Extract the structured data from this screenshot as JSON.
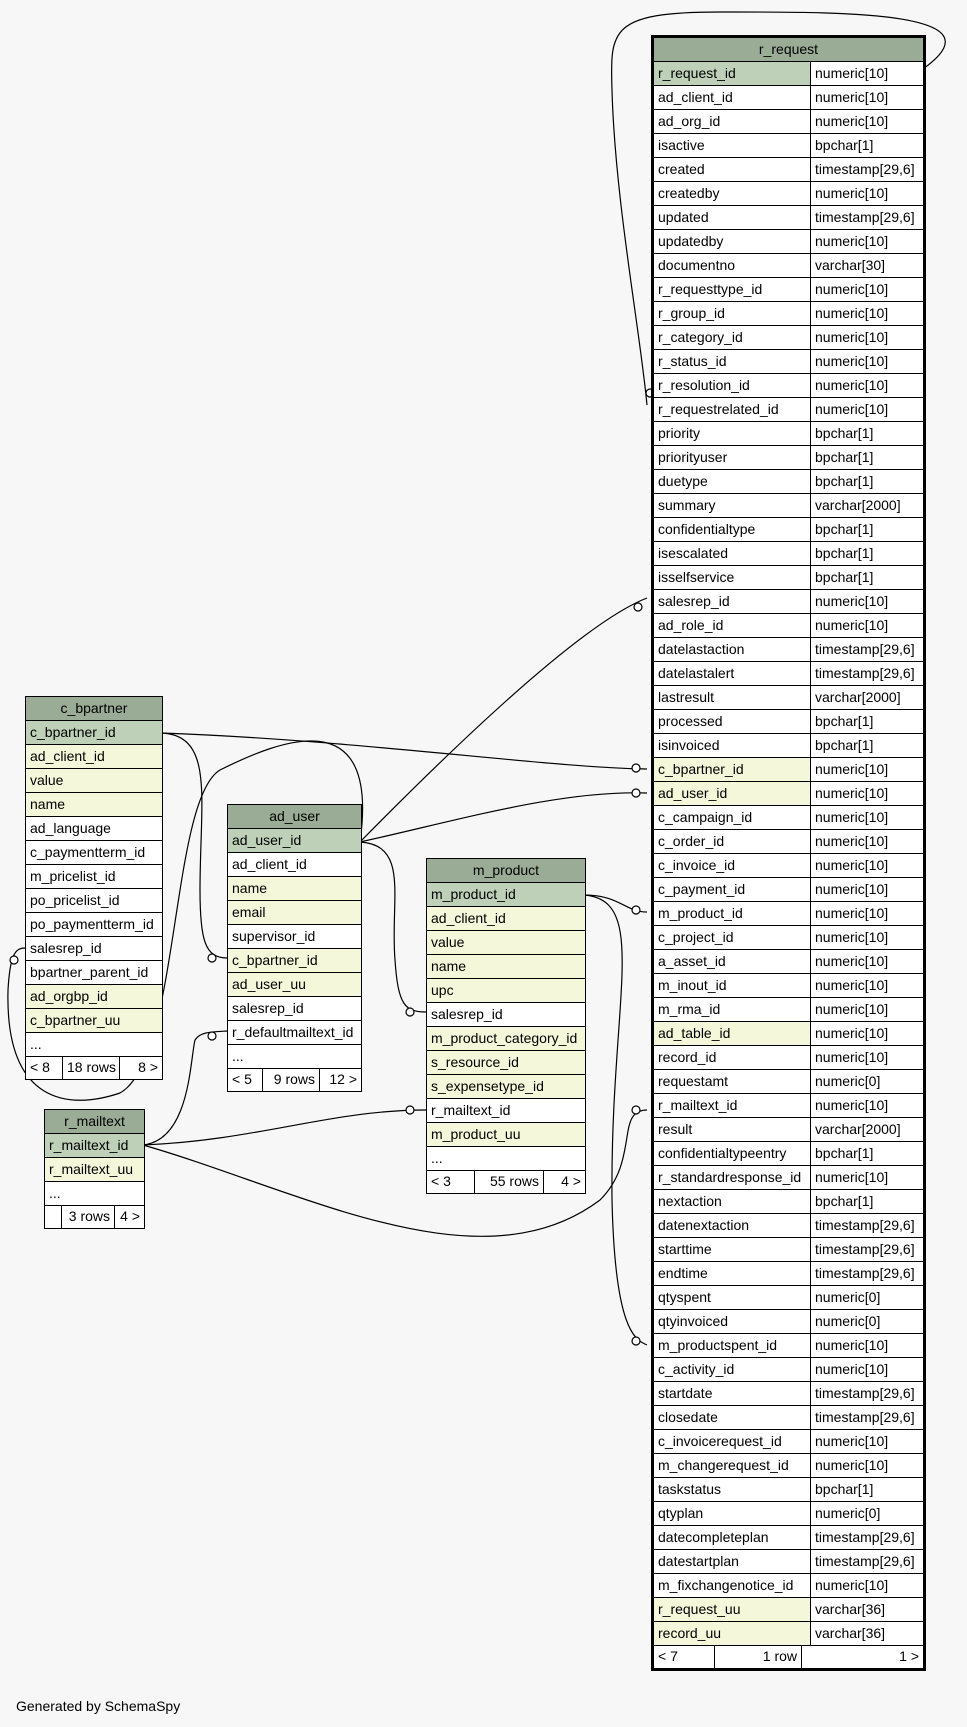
{
  "footer": "Generated by SchemaSpy",
  "tables": {
    "r_request": {
      "name": "r_request",
      "rows": [
        [
          "r_request_id",
          "numeric[10]",
          "pk"
        ],
        [
          "ad_client_id",
          "numeric[10]",
          ""
        ],
        [
          "ad_org_id",
          "numeric[10]",
          ""
        ],
        [
          "isactive",
          "bpchar[1]",
          ""
        ],
        [
          "created",
          "timestamp[29,6]",
          ""
        ],
        [
          "createdby",
          "numeric[10]",
          ""
        ],
        [
          "updated",
          "timestamp[29,6]",
          ""
        ],
        [
          "updatedby",
          "numeric[10]",
          ""
        ],
        [
          "documentno",
          "varchar[30]",
          ""
        ],
        [
          "r_requesttype_id",
          "numeric[10]",
          ""
        ],
        [
          "r_group_id",
          "numeric[10]",
          ""
        ],
        [
          "r_category_id",
          "numeric[10]",
          ""
        ],
        [
          "r_status_id",
          "numeric[10]",
          ""
        ],
        [
          "r_resolution_id",
          "numeric[10]",
          ""
        ],
        [
          "r_requestrelated_id",
          "numeric[10]",
          ""
        ],
        [
          "priority",
          "bpchar[1]",
          ""
        ],
        [
          "priorityuser",
          "bpchar[1]",
          ""
        ],
        [
          "duetype",
          "bpchar[1]",
          ""
        ],
        [
          "summary",
          "varchar[2000]",
          ""
        ],
        [
          "confidentialtype",
          "bpchar[1]",
          ""
        ],
        [
          "isescalated",
          "bpchar[1]",
          ""
        ],
        [
          "isselfservice",
          "bpchar[1]",
          ""
        ],
        [
          "salesrep_id",
          "numeric[10]",
          ""
        ],
        [
          "ad_role_id",
          "numeric[10]",
          ""
        ],
        [
          "datelastaction",
          "timestamp[29,6]",
          ""
        ],
        [
          "datelastalert",
          "timestamp[29,6]",
          ""
        ],
        [
          "lastresult",
          "varchar[2000]",
          ""
        ],
        [
          "processed",
          "bpchar[1]",
          ""
        ],
        [
          "isinvoiced",
          "bpchar[1]",
          ""
        ],
        [
          "c_bpartner_id",
          "numeric[10]",
          "idx"
        ],
        [
          "ad_user_id",
          "numeric[10]",
          "idx"
        ],
        [
          "c_campaign_id",
          "numeric[10]",
          ""
        ],
        [
          "c_order_id",
          "numeric[10]",
          ""
        ],
        [
          "c_invoice_id",
          "numeric[10]",
          ""
        ],
        [
          "c_payment_id",
          "numeric[10]",
          ""
        ],
        [
          "m_product_id",
          "numeric[10]",
          ""
        ],
        [
          "c_project_id",
          "numeric[10]",
          ""
        ],
        [
          "a_asset_id",
          "numeric[10]",
          ""
        ],
        [
          "m_inout_id",
          "numeric[10]",
          ""
        ],
        [
          "m_rma_id",
          "numeric[10]",
          ""
        ],
        [
          "ad_table_id",
          "numeric[10]",
          "idx"
        ],
        [
          "record_id",
          "numeric[10]",
          ""
        ],
        [
          "requestamt",
          "numeric[0]",
          ""
        ],
        [
          "r_mailtext_id",
          "numeric[10]",
          ""
        ],
        [
          "result",
          "varchar[2000]",
          ""
        ],
        [
          "confidentialtypeentry",
          "bpchar[1]",
          ""
        ],
        [
          "r_standardresponse_id",
          "numeric[10]",
          ""
        ],
        [
          "nextaction",
          "bpchar[1]",
          ""
        ],
        [
          "datenextaction",
          "timestamp[29,6]",
          ""
        ],
        [
          "starttime",
          "timestamp[29,6]",
          ""
        ],
        [
          "endtime",
          "timestamp[29,6]",
          ""
        ],
        [
          "qtyspent",
          "numeric[0]",
          ""
        ],
        [
          "qtyinvoiced",
          "numeric[0]",
          ""
        ],
        [
          "m_productspent_id",
          "numeric[10]",
          ""
        ],
        [
          "c_activity_id",
          "numeric[10]",
          ""
        ],
        [
          "startdate",
          "timestamp[29,6]",
          ""
        ],
        [
          "closedate",
          "timestamp[29,6]",
          ""
        ],
        [
          "c_invoicerequest_id",
          "numeric[10]",
          ""
        ],
        [
          "m_changerequest_id",
          "numeric[10]",
          ""
        ],
        [
          "taskstatus",
          "bpchar[1]",
          ""
        ],
        [
          "qtyplan",
          "numeric[0]",
          ""
        ],
        [
          "datecompleteplan",
          "timestamp[29,6]",
          ""
        ],
        [
          "datestartplan",
          "timestamp[29,6]",
          ""
        ],
        [
          "m_fixchangenotice_id",
          "numeric[10]",
          ""
        ],
        [
          "r_request_uu",
          "varchar[36]",
          "idx"
        ],
        [
          "record_uu",
          "varchar[36]",
          "idx"
        ]
      ],
      "footer": [
        "< 7",
        "1 row",
        "1 >"
      ]
    },
    "c_bpartner": {
      "name": "c_bpartner",
      "rows": [
        [
          "c_bpartner_id",
          "",
          "pk"
        ],
        [
          "ad_client_id",
          "",
          "idx"
        ],
        [
          "value",
          "",
          "idx"
        ],
        [
          "name",
          "",
          "idx"
        ],
        [
          "ad_language",
          "",
          ""
        ],
        [
          "c_paymentterm_id",
          "",
          ""
        ],
        [
          "m_pricelist_id",
          "",
          ""
        ],
        [
          "po_pricelist_id",
          "",
          ""
        ],
        [
          "po_paymentterm_id",
          "",
          ""
        ],
        [
          "salesrep_id",
          "",
          ""
        ],
        [
          "bpartner_parent_id",
          "",
          ""
        ],
        [
          "ad_orgbp_id",
          "",
          "idx"
        ],
        [
          "c_bpartner_uu",
          "",
          "idx"
        ],
        [
          "...",
          "",
          ""
        ]
      ],
      "footer": [
        "< 8",
        "18 rows",
        "8 >"
      ]
    },
    "ad_user": {
      "name": "ad_user",
      "rows": [
        [
          "ad_user_id",
          "",
          "pk"
        ],
        [
          "ad_client_id",
          "",
          ""
        ],
        [
          "name",
          "",
          "idx"
        ],
        [
          "email",
          "",
          "idx"
        ],
        [
          "supervisor_id",
          "",
          ""
        ],
        [
          "c_bpartner_id",
          "",
          "idx"
        ],
        [
          "ad_user_uu",
          "",
          "idx"
        ],
        [
          "salesrep_id",
          "",
          ""
        ],
        [
          "r_defaultmailtext_id",
          "",
          ""
        ],
        [
          "...",
          "",
          ""
        ]
      ],
      "footer": [
        "< 5",
        "9 rows",
        "12 >"
      ]
    },
    "m_product": {
      "name": "m_product",
      "rows": [
        [
          "m_product_id",
          "",
          "pk"
        ],
        [
          "ad_client_id",
          "",
          "idx"
        ],
        [
          "value",
          "",
          "idx"
        ],
        [
          "name",
          "",
          "idx"
        ],
        [
          "upc",
          "",
          "idx"
        ],
        [
          "salesrep_id",
          "",
          ""
        ],
        [
          "m_product_category_id",
          "",
          "idx"
        ],
        [
          "s_resource_id",
          "",
          "idx"
        ],
        [
          "s_expensetype_id",
          "",
          "idx"
        ],
        [
          "r_mailtext_id",
          "",
          ""
        ],
        [
          "m_product_uu",
          "",
          "idx"
        ],
        [
          "...",
          "",
          ""
        ]
      ],
      "footer": [
        "< 3",
        "55 rows",
        "4 >"
      ]
    },
    "r_mailtext": {
      "name": "r_mailtext",
      "rows": [
        [
          "r_mailtext_id",
          "",
          "pk"
        ],
        [
          "r_mailtext_uu",
          "",
          "idx"
        ],
        [
          "...",
          "",
          ""
        ]
      ],
      "footer": [
        "",
        "3 rows",
        "4 >"
      ]
    }
  },
  "colors": {
    "header": "#9aab96",
    "pk": "#bed1b8",
    "idx": "#f4f7da",
    "background": "#f7f7f7"
  }
}
